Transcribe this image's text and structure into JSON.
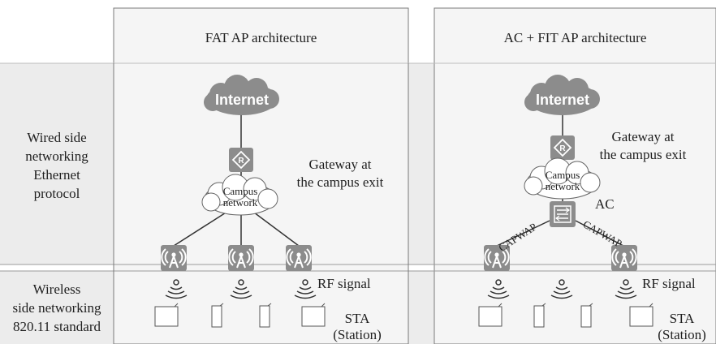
{
  "columns": {
    "fat_header": "FAT AP architecture",
    "fit_header": "AC + FIT AP architecture"
  },
  "rows": {
    "wired": [
      "Wired side",
      "networking",
      "Ethernet",
      "protocol"
    ],
    "wireless": [
      "Wireless",
      "side networking",
      "820.11 standard"
    ]
  },
  "fat": {
    "internet": "Internet",
    "gateway": [
      "Gateway at",
      "the campus exit"
    ],
    "campus": [
      "Campus",
      "network"
    ],
    "rf_signal": "RF signal",
    "sta": [
      "STA",
      "(Station)"
    ]
  },
  "fit": {
    "internet": "Internet",
    "gateway": [
      "Gateway at",
      "the campus exit"
    ],
    "campus": [
      "Campus",
      "network"
    ],
    "ac": "AC",
    "capwap_left": "CAPWAP",
    "capwap_right": "CAPWAP",
    "rf_signal": "RF signal",
    "sta": [
      "STA",
      "(Station)"
    ]
  },
  "colors": {
    "row_band": "#ececec",
    "column_band": "#f6f6f6",
    "device_gray": "#8c8c8c",
    "border": "#7a7a7a"
  }
}
